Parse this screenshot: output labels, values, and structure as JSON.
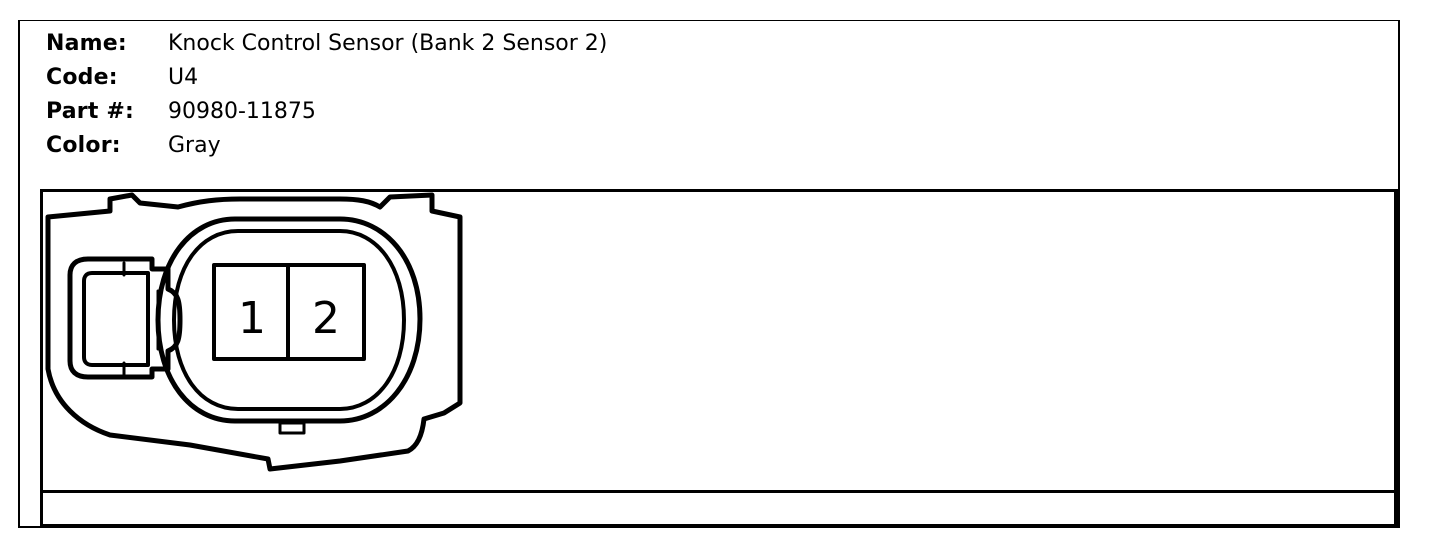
{
  "connector": {
    "name_label": "Name:",
    "name_value": "Knock Control Sensor (Bank 2 Sensor 2)",
    "code_label": "Code:",
    "code_value": "U4",
    "part_label": "Part #:",
    "part_value": "90980-11875",
    "color_label": "Color:",
    "color_value": "Gray"
  },
  "pins": [
    "1",
    "2"
  ]
}
